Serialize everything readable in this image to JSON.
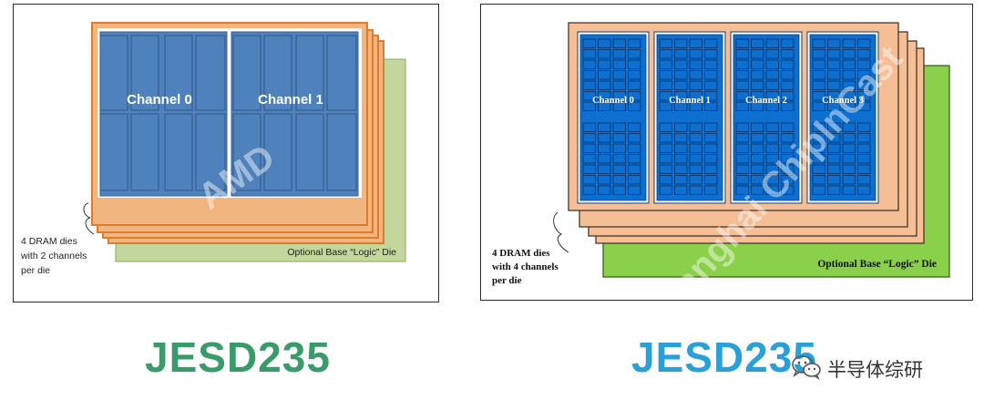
{
  "colors": {
    "left_stack": "#f1b57f",
    "left_stack_border": "#e07b2c",
    "left_channel_fill": "#4f81bd",
    "left_channel_border": "#365f91",
    "left_base": "#c3d69b",
    "left_base_border": "#8aa85a",
    "right_stack": "#f6be95",
    "right_stack_border": "#3a2a20",
    "right_channel_fill": "#0d6fcf",
    "right_channel_border": "#0a3f7a",
    "right_base": "#8ad04a",
    "right_base_border": "#2f5a13",
    "jesd235_color": "#3a9b6a",
    "jesd23x_color": "#2aa0d8"
  },
  "left_diagram": {
    "channels": [
      "Channel 0",
      "Channel 1"
    ],
    "dies_label_lines": [
      "4 DRAM dies",
      "with 2 channels",
      "per die"
    ],
    "base_label": "Optional Base “Logic” Die",
    "watermark": "AMD"
  },
  "right_diagram": {
    "channels": [
      "Channel 0",
      "Channel 1",
      "Channel 2",
      "Channel 3"
    ],
    "dies_label_lines": [
      "4 DRAM dies",
      "with 4 channels",
      "per die"
    ],
    "base_label": "Optional Base “Logic” Die",
    "watermark": "Shanghai ChipInCast"
  },
  "captions": {
    "left": "JESD235",
    "right": "JESD235"
  },
  "wechat": {
    "icon": "wechat-icon",
    "label": "半导体综研"
  }
}
